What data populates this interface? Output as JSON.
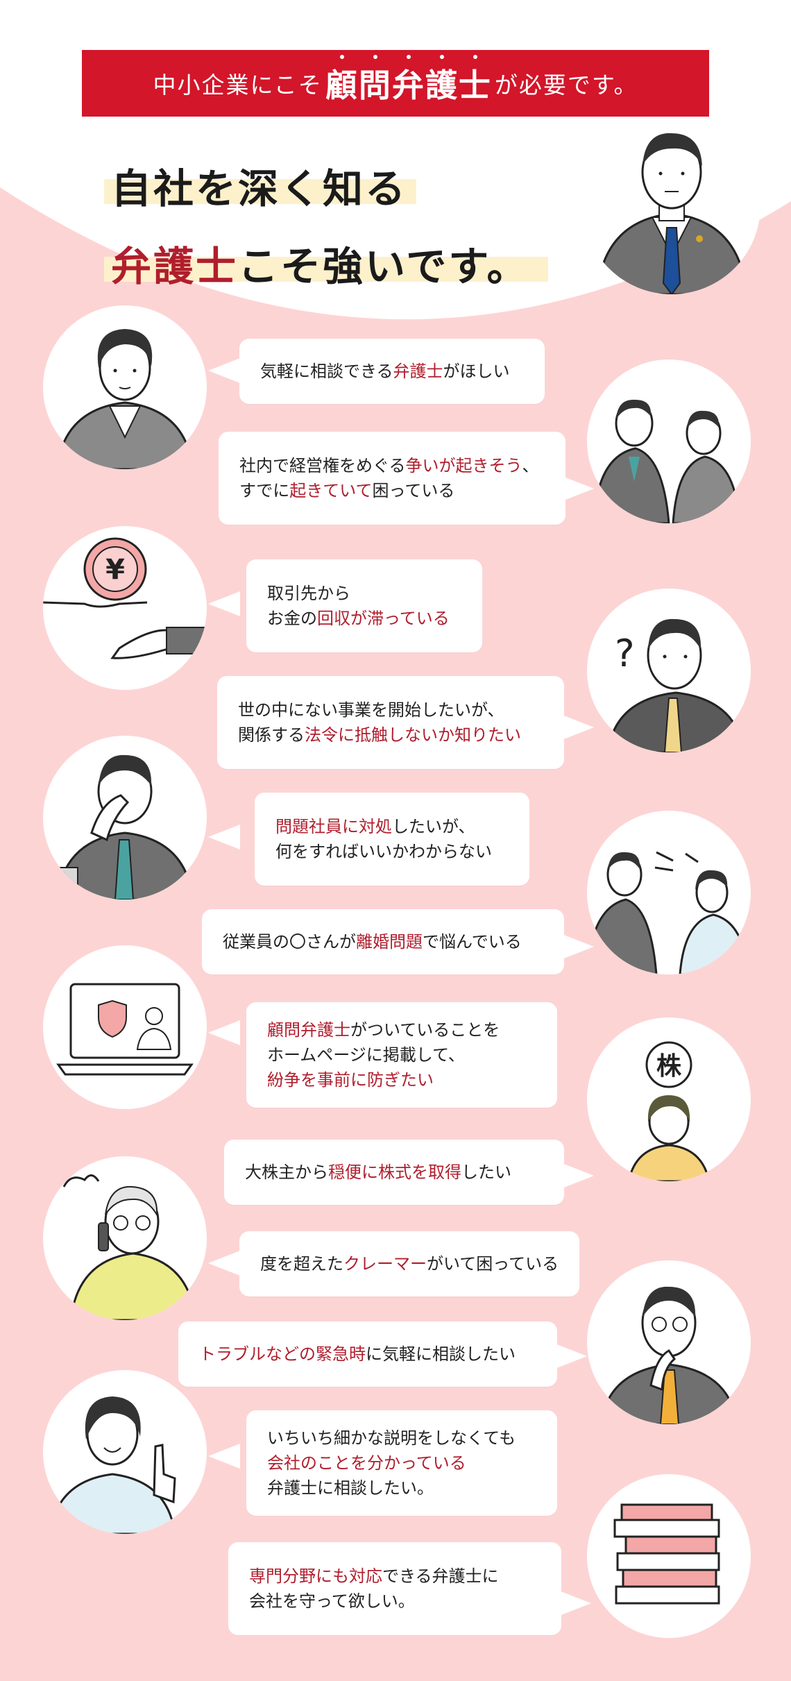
{
  "banner": {
    "pre": "中小企業にこそ",
    "emph": [
      "顧",
      "問",
      "弁",
      "護",
      "士"
    ],
    "post": "が必要です。"
  },
  "headline": {
    "line1": "自社を深く知る",
    "line2_red": "弁護士",
    "line2_rest": "こそ強いです。"
  },
  "colors": {
    "accent_red": "#d3162a",
    "text_red": "#b01e2d",
    "pink": "#fdd4d4",
    "highlight": "#fdf1cc"
  },
  "bubbles": [
    {
      "id": "b1",
      "parts": [
        [
          {
            "t": "気軽に相談できる"
          },
          {
            "t": "弁護士",
            "red": true
          },
          {
            "t": "がほしい"
          }
        ]
      ]
    },
    {
      "id": "b2",
      "parts": [
        [
          {
            "t": "社内で経営権をめぐる"
          },
          {
            "t": "争いが起きそう",
            "red": true
          },
          {
            "t": "、"
          }
        ],
        [
          {
            "t": "すでに"
          },
          {
            "t": "起きていて",
            "red": true
          },
          {
            "t": "困っている"
          }
        ]
      ]
    },
    {
      "id": "b3",
      "parts": [
        [
          {
            "t": "取引先から"
          }
        ],
        [
          {
            "t": "お金の"
          },
          {
            "t": "回収が滞っている",
            "red": true
          }
        ]
      ]
    },
    {
      "id": "b4",
      "parts": [
        [
          {
            "t": "世の中にない事業を開始したいが、"
          }
        ],
        [
          {
            "t": "関係する"
          },
          {
            "t": "法令に抵触しないか知りたい",
            "red": true
          }
        ]
      ]
    },
    {
      "id": "b5",
      "parts": [
        [
          {
            "t": "問題社員に対処",
            "red": true
          },
          {
            "t": "したいが、"
          }
        ],
        [
          {
            "t": "何をすればいいかわからない"
          }
        ]
      ]
    },
    {
      "id": "b6",
      "parts": [
        [
          {
            "t": "従業員の〇さんが"
          },
          {
            "t": "離婚問題",
            "red": true
          },
          {
            "t": "で悩んでいる"
          }
        ]
      ]
    },
    {
      "id": "b7",
      "parts": [
        [
          {
            "t": "顧問弁護士",
            "red": true
          },
          {
            "t": "がついていることを"
          }
        ],
        [
          {
            "t": "ホームページに掲載して、"
          }
        ],
        [
          {
            "t": "紛争を事前に防ぎたい",
            "red": true
          }
        ]
      ]
    },
    {
      "id": "b8",
      "parts": [
        [
          {
            "t": "大株主から"
          },
          {
            "t": "穏便に株式を取得",
            "red": true
          },
          {
            "t": "したい"
          }
        ]
      ]
    },
    {
      "id": "b9",
      "parts": [
        [
          {
            "t": "度を超えた"
          },
          {
            "t": "クレーマー",
            "red": true
          },
          {
            "t": "がいて困っている"
          }
        ]
      ]
    },
    {
      "id": "b10",
      "parts": [
        [
          {
            "t": "トラブルなどの緊急時",
            "red": true
          },
          {
            "t": "に気軽に相談したい"
          }
        ]
      ]
    },
    {
      "id": "b11",
      "parts": [
        [
          {
            "t": "いちいち細かな説明をしなくても"
          }
        ],
        [
          {
            "t": "会社のことを分かっている",
            "red": true
          }
        ],
        [
          {
            "t": "弁護士に相談したい。"
          }
        ]
      ]
    },
    {
      "id": "b12",
      "parts": [
        [
          {
            "t": "専門分野にも対応",
            "red": true
          },
          {
            "t": "できる弁護士に"
          }
        ],
        [
          {
            "t": "会社を守って欲しい。"
          }
        ]
      ]
    }
  ],
  "icons": {
    "yen_symbol": "¥",
    "kabu_label": "株"
  }
}
